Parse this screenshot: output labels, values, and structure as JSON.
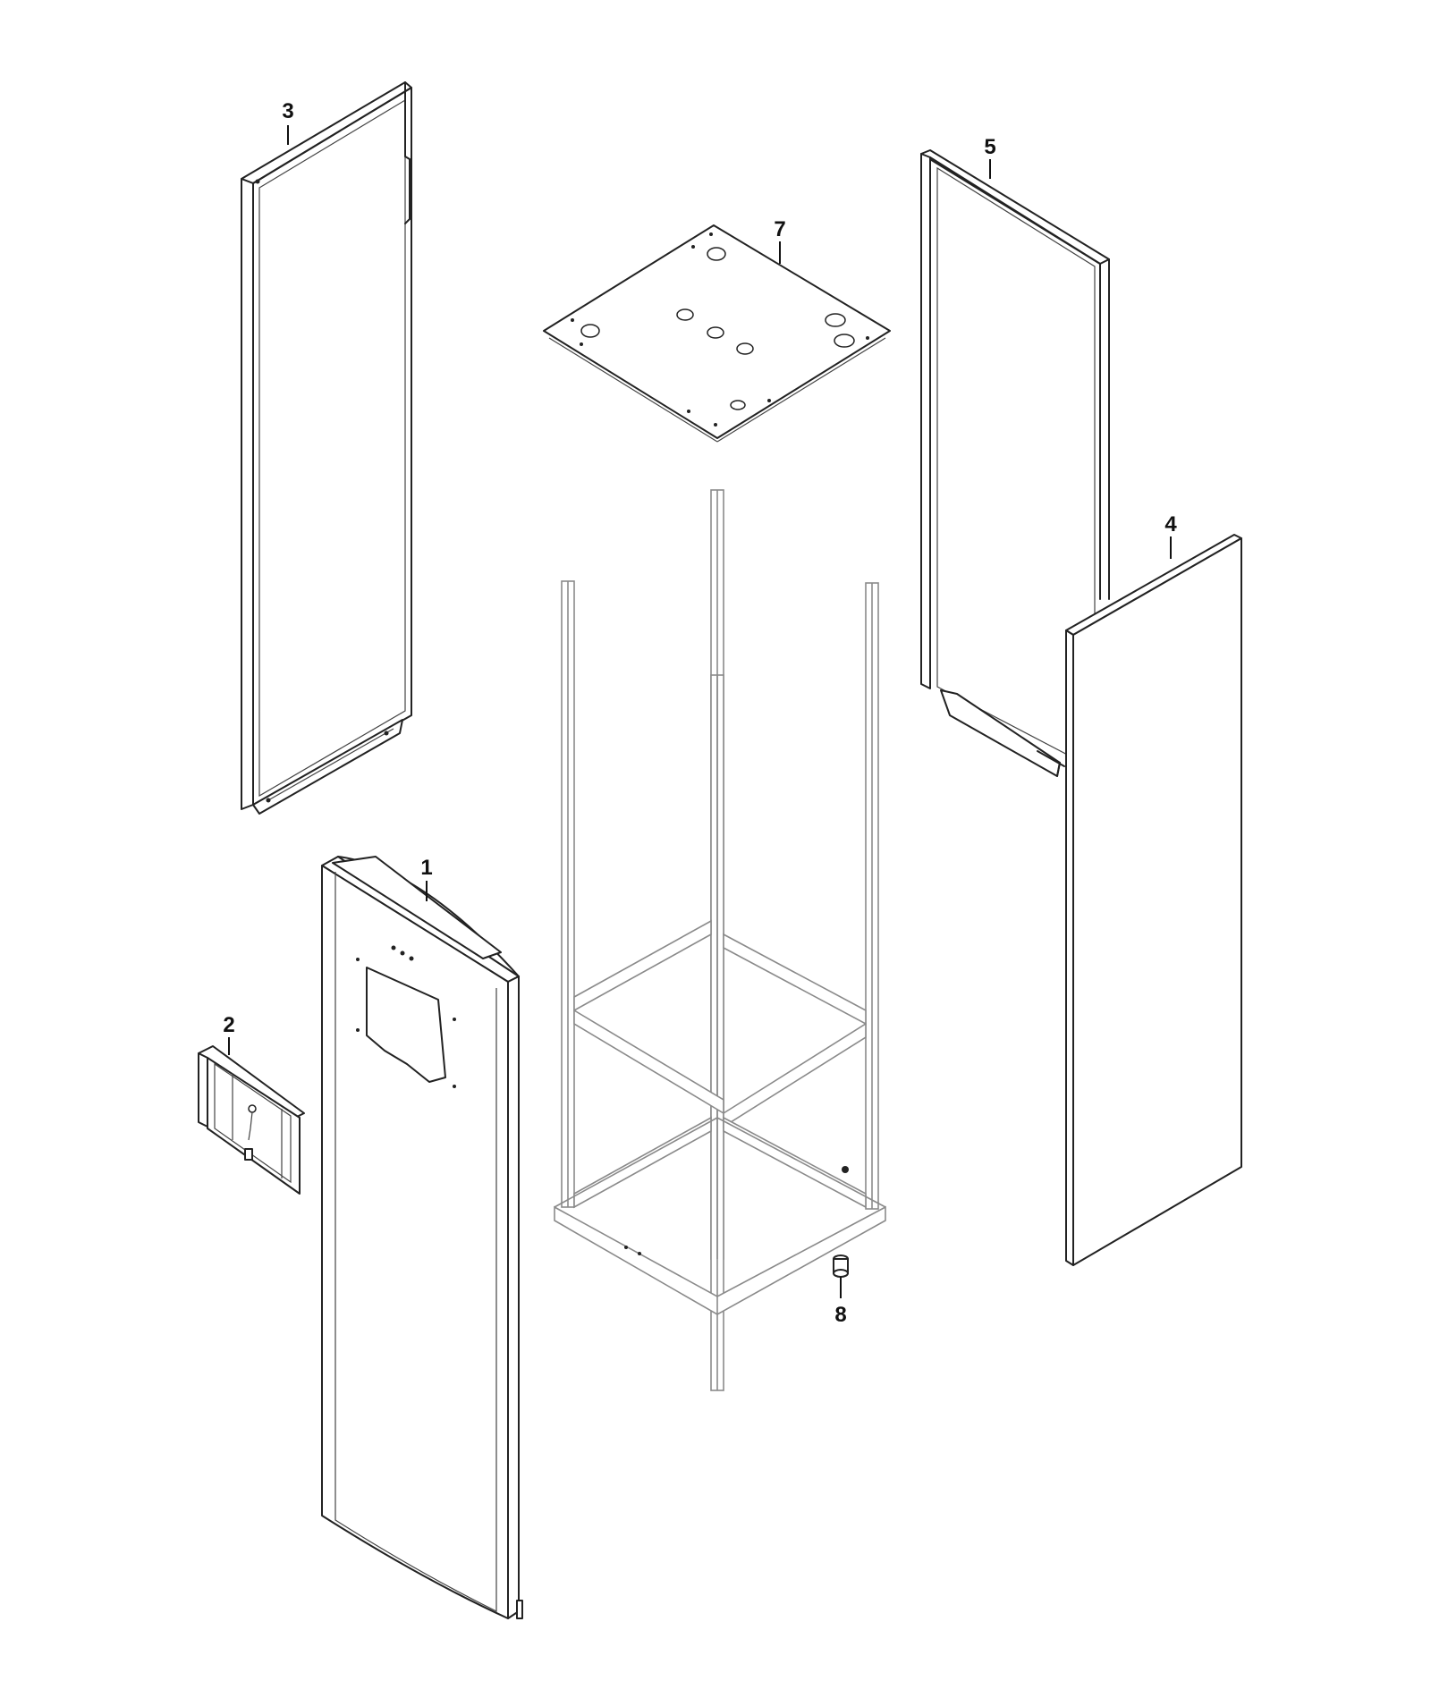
{
  "callouts": {
    "c1": "1",
    "c2": "2",
    "c3": "3",
    "c4": "4",
    "c5": "5",
    "c7": "7",
    "c8": "8"
  },
  "colors": {
    "line": "#222222",
    "frame_line": "#8a8a8a",
    "background": "#ffffff"
  }
}
